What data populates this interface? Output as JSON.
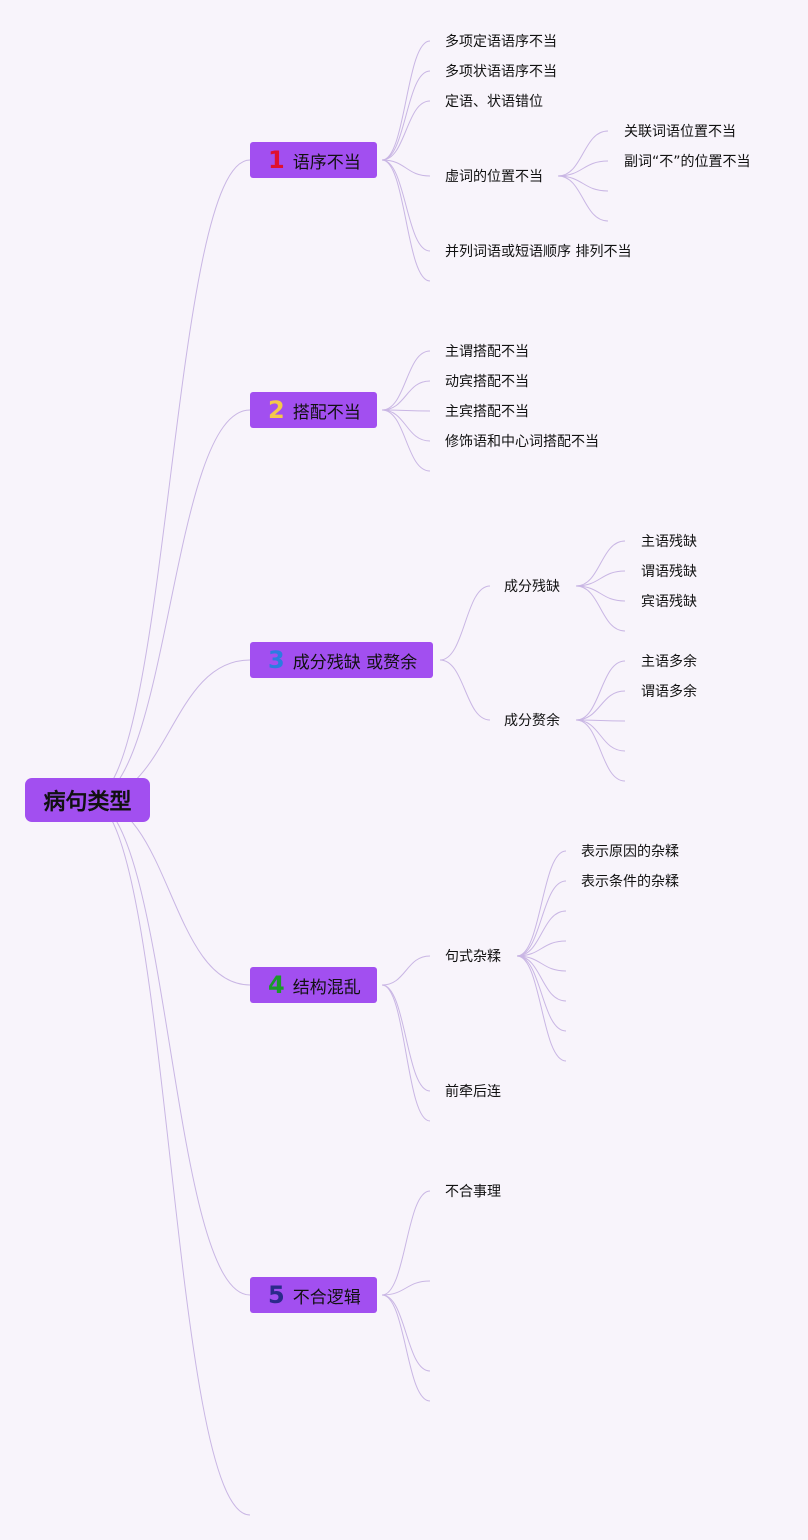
{
  "root": {
    "label": "病句类型"
  },
  "colors": {
    "node": "#a24ff0",
    "link": "#c9b6e4",
    "background": "#f8f4fb"
  },
  "branches": [
    {
      "num": "1",
      "num_color": "#e0102f",
      "label": "语序不当",
      "children": [
        "多项定语语序不当",
        "多项状语语序不当",
        "定语、状语错位",
        "虚词的位置不当",
        "并列词语或短语顺序 排列不当"
      ],
      "sub": [
        "关联词语位置不当",
        "副词“不”的位置不当"
      ]
    },
    {
      "num": "2",
      "num_color": "#f4c94a",
      "label": "搭配不当",
      "children": [
        "主谓搭配不当",
        "动宾搭配不当",
        "主宾搭配不当",
        "修饰语和中心词搭配不当"
      ]
    },
    {
      "num": "3",
      "num_color": "#2a7de1",
      "label": "成分残缺 或赘余",
      "children": [
        "成分残缺",
        "成分赘余"
      ],
      "sub_missing": [
        "主语残缺",
        "谓语残缺",
        "宾语残缺"
      ],
      "sub_redundant": [
        "主语多余",
        "谓语多余"
      ]
    },
    {
      "num": "4",
      "num_color": "#1a9a2a",
      "label": "结构混乱",
      "children": [
        "句式杂糅",
        "前牵后连"
      ],
      "sub": [
        "表示原因的杂糅",
        "表示条件的杂糅"
      ]
    },
    {
      "num": "5",
      "num_color": "#2a2a8a",
      "label": "不合逻辑",
      "children": [
        "不合事理"
      ]
    }
  ]
}
